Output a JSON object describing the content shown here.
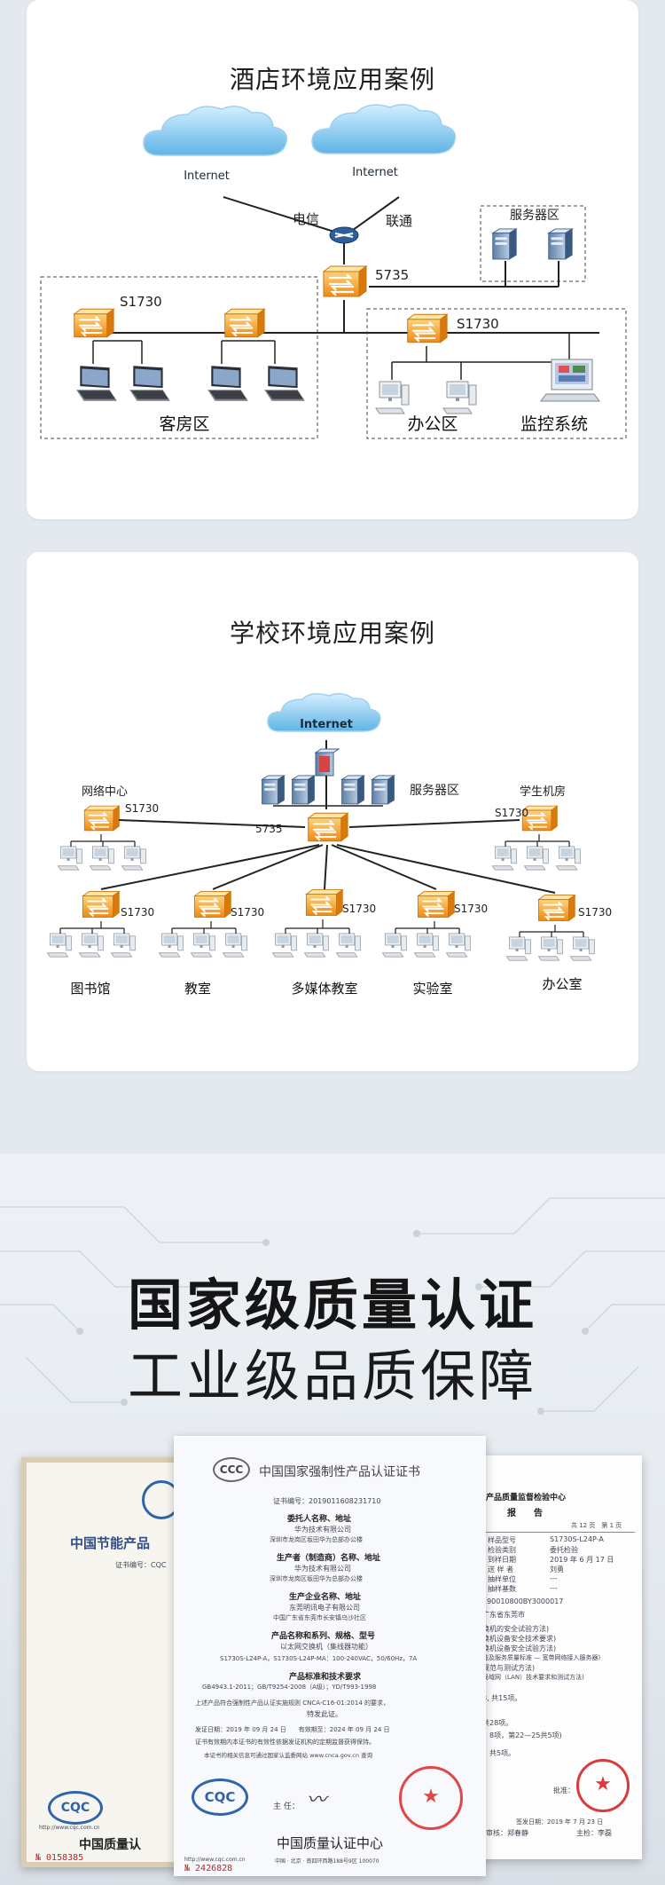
{
  "hotel": {
    "title": "酒店环境应用案例",
    "cloud1": "Internet",
    "cloud2": "Internet",
    "isp1": "电信",
    "isp2": "联通",
    "core": "5735",
    "server_zone": "服务器区",
    "guest_switch": "S1730",
    "office_switch": "S1730",
    "guest_zone": "客房区",
    "office_zone": "办公区",
    "monitor_zone": "监控系统"
  },
  "school": {
    "title": "学校环境应用案例",
    "cloud": "Internet",
    "server_zone": "服务器区",
    "core": "5735",
    "net_center": "网络中心",
    "dorm": "学生机房",
    "sw_net": "S1730",
    "sw_dorm": "S1730",
    "sw_lib": "S1730",
    "sw_class": "S1730",
    "sw_media": "S1730",
    "sw_lab": "S1730",
    "sw_office": "S1730",
    "lib": "图书馆",
    "classroom": "教室",
    "media": "多媒体教室",
    "lab": "实验室",
    "office": "办公室"
  },
  "promo": {
    "headline1": "国家级质量认证",
    "headline2": "工业级品质保障",
    "cert_left": {
      "title": "中国节能产品",
      "no_label": "证书编号：CQC",
      "org": "中国质量认",
      "serial": "№ 0158385",
      "url": "http://www.cqc.com.cn"
    },
    "cert_mid": {
      "title": "中国国家强制性产品认证证书",
      "no": "证书编号：2019011608231710",
      "l1": "委托人名称、地址",
      "l2": "华为技术有限公司",
      "l3": "深圳市龙岗区坂田华为总部办公楼",
      "l4": "生产者（制造商）名称、地址",
      "l5": "华为技术有限公司",
      "l6": "深圳市龙岗区坂田华为总部办公楼",
      "l7": "生产企业名称、地址",
      "l8": "东莞明讯电子有限公司",
      "l9": "中国广东省东莞市长安镇乌沙社区",
      "l10": "产品名称和系列、规格、型号",
      "l11": "以太网交换机（集线器功能）",
      "l12": "S1730S-L24P-A，S1730S-L24P-MA：100-240VAC，50/60Hz，7A",
      "l13": "产品标准和技术要求",
      "l14": "GB4943.1-2011；GB/T9254-2008（A级）；YD/T993-1998",
      "l15": "上述产品符合强制性产品认证实施规则 CNCA-C16-01:2014 的要求，",
      "l16": "特发此证。",
      "l17": "发证日期：2019 年 09 月 24 日　　有效期至：2024 年 09 月 24 日",
      "l18": "证书有效期内本证书的有效性依据发证机构的定期监督获得保持。",
      "l19": "本证书的相关信息可通过国家认监委网站 www.cnca.gov.cn 查询",
      "sign_label": "主 任：",
      "org": "中国质量认证中心",
      "url": "http://www.cqc.com.cn",
      "addr": "中国 · 北京 · 南四环西路188号9区  100070",
      "serial": "№ 2426828"
    },
    "cert_right": {
      "center": "产品质量监督检验中心",
      "report": "报　　告",
      "page": "共 12 页　第 1 页",
      "r1k": "样品型号",
      "r1v": "S1730S-L24P-A",
      "r2k": "检验类别",
      "r2v": "委托检验",
      "r3k": "到样日期",
      "r3v": "2019 年 6 月 17 日",
      "r4k": "送 样 者",
      "r4v": "刘勇",
      "r5k": "抽样单位",
      "r5v": "---",
      "r6k": "抽样基数",
      "r6v": "---",
      "code": "190010800BY3000017",
      "t1": "广东省东莞市",
      "t2": "换机的安全试验方法)",
      "t3": "换机设备安全技术要求)",
      "t4": "换机设备安全试验方法)",
      "t5": "能及服务质量标准 — 宽带网络接入服务器)",
      "t6": "规范与测试方法)",
      "t7": "局域网（LAN）技术要求和测试方法)",
      "t8": "8, 共15项。",
      "t9": "共28项。",
      "t10": "：8项，第22—25共5项)",
      "t11": "，共5项。",
      "approve": "批准：",
      "date": "签发日期：2019 年 7 月 23 日",
      "check": "审核：郑春静",
      "lead": "主检：李磊"
    }
  }
}
